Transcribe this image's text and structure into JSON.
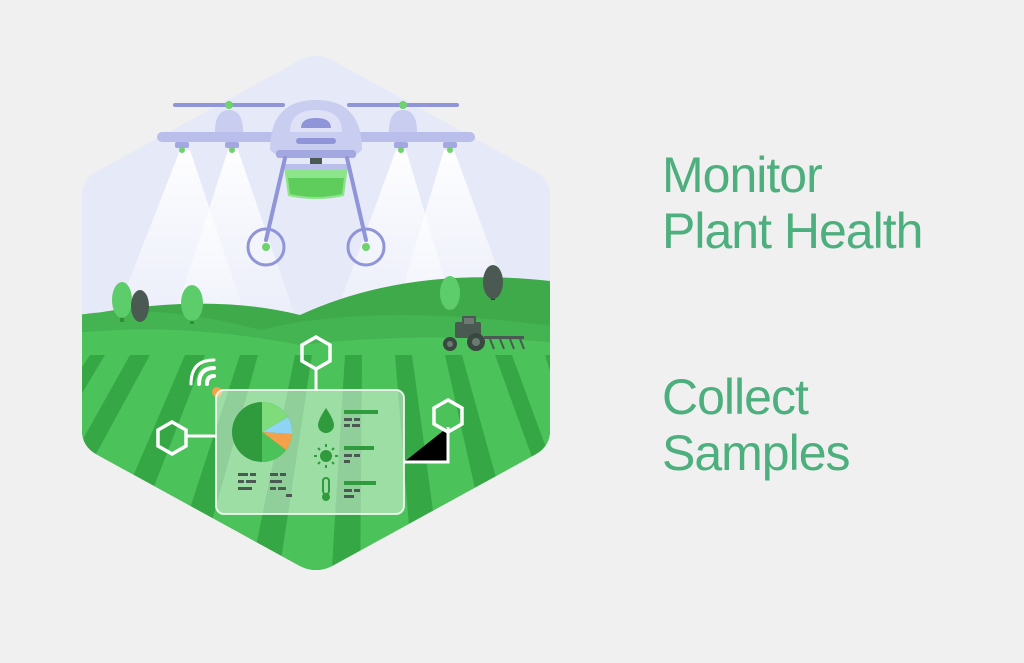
{
  "headlines": [
    {
      "line1": "Monitor",
      "line2": "Plant Health"
    },
    {
      "line1": "Collect",
      "line2": "Samples"
    }
  ],
  "colors": {
    "background": "#f0f0f0",
    "text_accent": "#4caf7d",
    "field_light": "#4cc35a",
    "field_dark": "#2e9e3e",
    "sky": "#e6e9f8",
    "drone_body": "#c9cdf0",
    "drone_accent": "#8f95d8",
    "payload": "#7de07a"
  },
  "icons": [
    "drone-icon",
    "tractor-icon",
    "tree-icon",
    "wifi-icon",
    "pie-chart-icon",
    "water-drop-icon",
    "sun-icon",
    "thermometer-icon",
    "hexagon-node-icon"
  ]
}
